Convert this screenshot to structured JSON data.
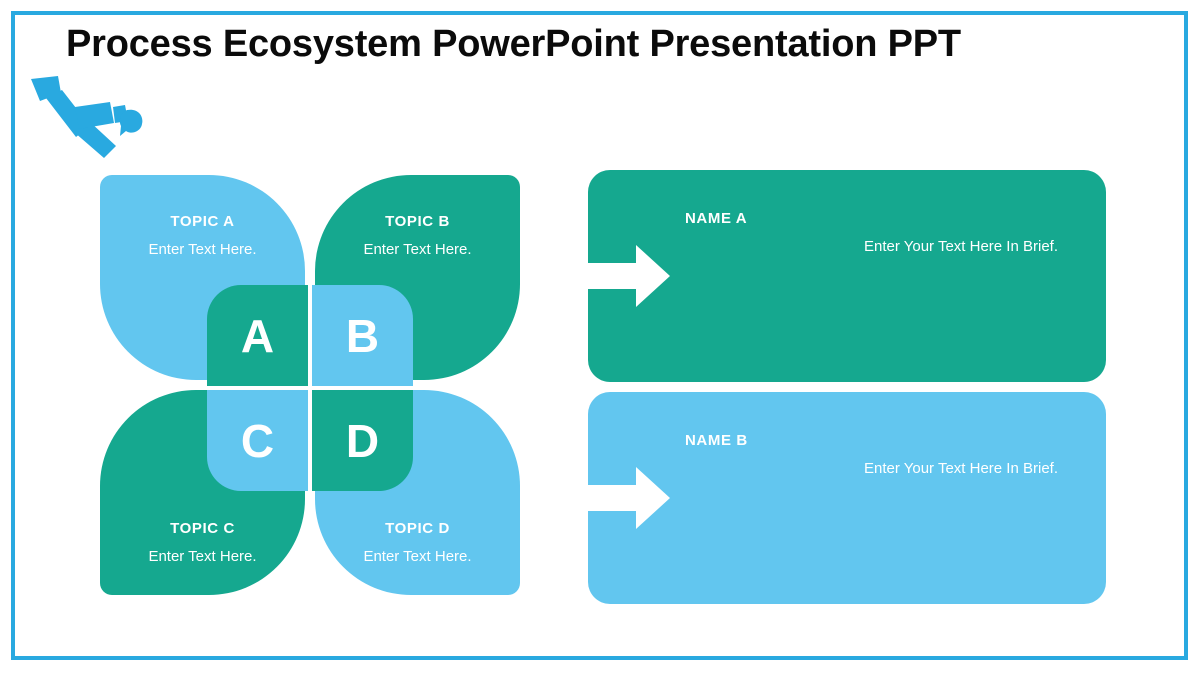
{
  "slide": {
    "title": "Process Ecosystem PowerPoint Presentation PPT",
    "background_color": "#FFFFFF",
    "frame_color": "#29A9E0",
    "title_color": "#0B0B0B"
  },
  "palette": {
    "teal": "#15A88F",
    "light_blue": "#62C6EF",
    "accent_blue": "#29A9E0",
    "white": "#FFFFFF"
  },
  "decor": {
    "diver_icon_name": "scuba-diver-icon",
    "diver_icon_color": "#29A9E0"
  },
  "petals": [
    {
      "id": "a",
      "topic": "TOPIC A",
      "sub": "Enter Text Here.",
      "color": "#62C6EF",
      "letter": "A",
      "letter_tile_color": "#15A88F",
      "position": "top-left"
    },
    {
      "id": "b",
      "topic": "TOPIC B",
      "sub": "Enter Text Here.",
      "color": "#15A88F",
      "letter": "B",
      "letter_tile_color": "#62C6EF",
      "position": "top-right"
    },
    {
      "id": "c",
      "topic": "TOPIC C",
      "sub": "Enter Text Here.",
      "color": "#15A88F",
      "letter": "C",
      "letter_tile_color": "#62C6EF",
      "position": "bottom-left"
    },
    {
      "id": "d",
      "topic": "TOPIC D",
      "sub": "Enter Text Here.",
      "color": "#62C6EF",
      "letter": "D",
      "letter_tile_color": "#15A88F",
      "position": "bottom-right"
    }
  ],
  "panels": [
    {
      "id": "a",
      "name": "NAME A",
      "description": "Enter Your Text Here In Brief.",
      "color": "#15A88F",
      "arrow_icon_name": "right-arrow-icon",
      "arrow_color": "#FFFFFF"
    },
    {
      "id": "b",
      "name": "NAME B",
      "description": "Enter Your Text Here In Brief.",
      "color": "#62C6EF",
      "arrow_icon_name": "right-arrow-icon",
      "arrow_color": "#FFFFFF"
    }
  ]
}
